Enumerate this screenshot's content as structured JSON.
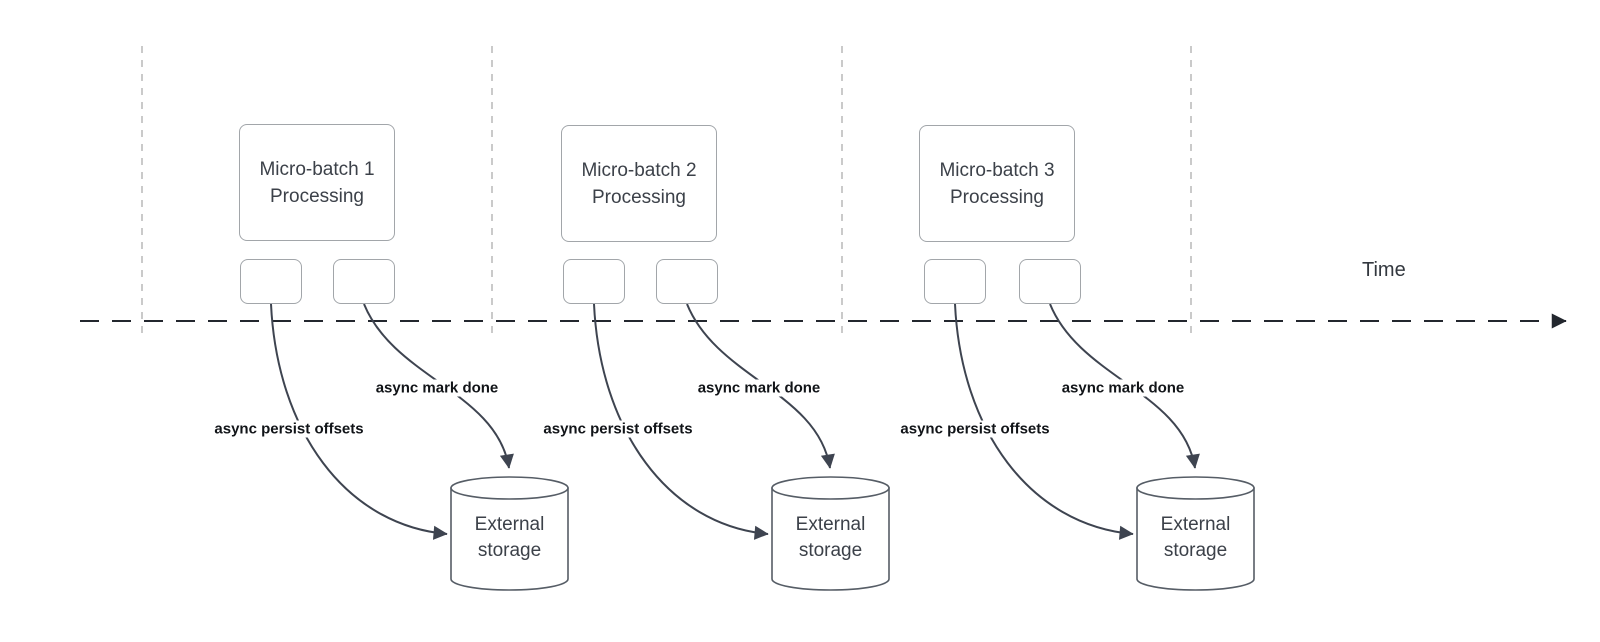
{
  "colors": {
    "canvas-bg": "#ffffff",
    "grid-line": "#b9b9b9",
    "timeline": "#23272e",
    "curve": "#3e4450",
    "box-border": "#a2a6aa",
    "cylinder-border": "#565d66",
    "label-text": "#111418",
    "shape-text": "#3c4149",
    "time-text": "#33383f"
  },
  "diagram": {
    "time_label": "Time",
    "groups": [
      {
        "title_line1": "Micro-batch 1",
        "title_line2": "Processing",
        "persist_label": "async persist offsets",
        "mark_label": "async mark done",
        "storage_line1": "External",
        "storage_line2": "storage"
      },
      {
        "title_line1": "Micro-batch 2",
        "title_line2": "Processing",
        "persist_label": "async persist offsets",
        "mark_label": "async mark done",
        "storage_line1": "External",
        "storage_line2": "storage"
      },
      {
        "title_line1": "Micro-batch 3",
        "title_line2": "Processing",
        "persist_label": "async persist offsets",
        "mark_label": "async mark done",
        "storage_line1": "External",
        "storage_line2": "storage"
      }
    ]
  }
}
